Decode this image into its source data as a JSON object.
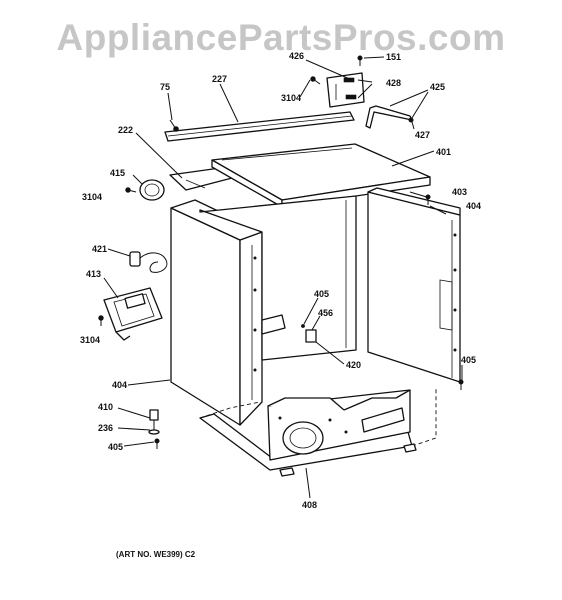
{
  "watermark": "AppliancePartsPros.com",
  "art_number": "(ART NO. WE399) C2",
  "callouts": [
    {
      "id": "426",
      "text": "426"
    },
    {
      "id": "151",
      "text": "151"
    },
    {
      "id": "428",
      "text": "428"
    },
    {
      "id": "3104-top",
      "text": "3104"
    },
    {
      "id": "425",
      "text": "425"
    },
    {
      "id": "427",
      "text": "427"
    },
    {
      "id": "401",
      "text": "401"
    },
    {
      "id": "75",
      "text": "75"
    },
    {
      "id": "227",
      "text": "227"
    },
    {
      "id": "222",
      "text": "222"
    },
    {
      "id": "415",
      "text": "415"
    },
    {
      "id": "3104-left",
      "text": "3104"
    },
    {
      "id": "403",
      "text": "403"
    },
    {
      "id": "404-right",
      "text": "404"
    },
    {
      "id": "421",
      "text": "421"
    },
    {
      "id": "413",
      "text": "413"
    },
    {
      "id": "3104-bottom",
      "text": "3104"
    },
    {
      "id": "405-center",
      "text": "405"
    },
    {
      "id": "456",
      "text": "456"
    },
    {
      "id": "420",
      "text": "420"
    },
    {
      "id": "405-right",
      "text": "405"
    },
    {
      "id": "404-left",
      "text": "404"
    },
    {
      "id": "410",
      "text": "410"
    },
    {
      "id": "236",
      "text": "236"
    },
    {
      "id": "405-left",
      "text": "405"
    },
    {
      "id": "408",
      "text": "408"
    }
  ]
}
